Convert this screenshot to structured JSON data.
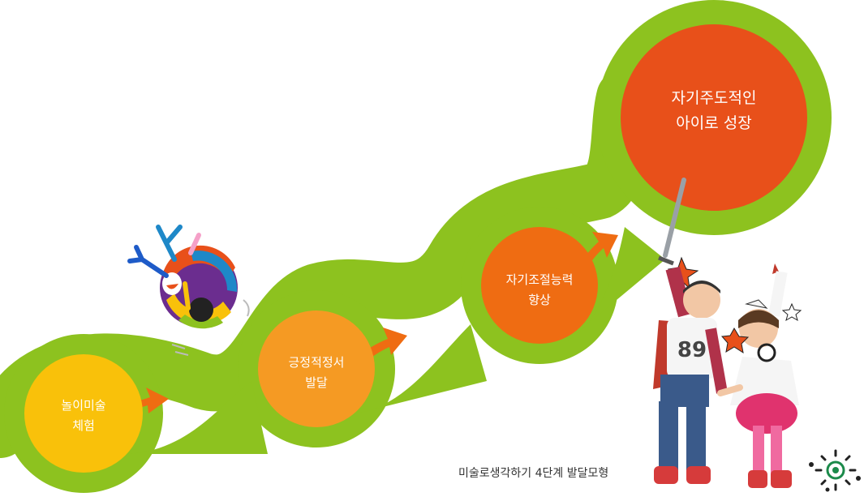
{
  "stages": [
    {
      "line1": "놀이미술",
      "line2": "체험",
      "color": "#f9c10a"
    },
    {
      "line1": "긍정적정서",
      "line2": "발달",
      "color": "#f59a23"
    },
    {
      "line1": "자기조절능력",
      "line2": "향상",
      "color": "#ef6c12"
    },
    {
      "line1": "자기주도적인",
      "line2": "아이로 성장",
      "color": "#e8501a"
    }
  ],
  "caption": "미술로생각하기 4단계 발달모형",
  "colors": {
    "path_green": "#8dc21f",
    "arrow": "#ef6c12"
  },
  "icons": [
    "yarn-ball-mascot-icon",
    "children-superhero-photo",
    "doodle-sun-icon"
  ]
}
